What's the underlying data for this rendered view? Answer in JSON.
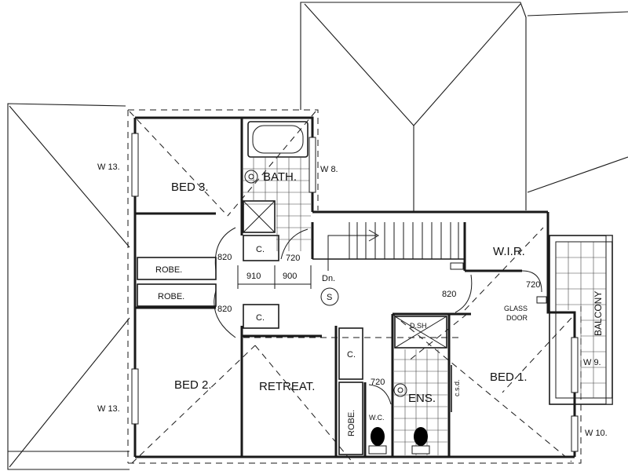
{
  "rooms": {
    "bed3": "BED 3.",
    "bath": "BATH.",
    "bed2": "BED 2.",
    "retreat": "RETREAT.",
    "ens": "ENS.",
    "bed1": "BED 1.",
    "wir": "W.I.R.",
    "balcony": "BALCONY",
    "robe_upper": "ROBE.",
    "robe_lower": "ROBE.",
    "robe_vertical": "ROBE.",
    "wc": "W.C.",
    "dsh": "D.SH.",
    "glass_door_line1": "GLASS",
    "glass_door_line2": "DOOR",
    "csd": "c.s.d."
  },
  "windows": {
    "w13_upper": "W 13.",
    "w13_lower": "W 13.",
    "w8": "W 8.",
    "w9": "W 9.",
    "w10": "W 10."
  },
  "dimensions": {
    "door_820_upper": "820",
    "door_820_lower": "820",
    "door_720_bath": "720",
    "door_720_wc": "720",
    "door_720_wir": "720",
    "door_820_bed1": "820",
    "dim_910": "910",
    "dim_900": "900"
  },
  "symbols": {
    "cupboard_1": "C.",
    "cupboard_2": "C.",
    "cupboard_3": "C.",
    "stair_down": "Dn.",
    "smoke_detector": "S"
  }
}
